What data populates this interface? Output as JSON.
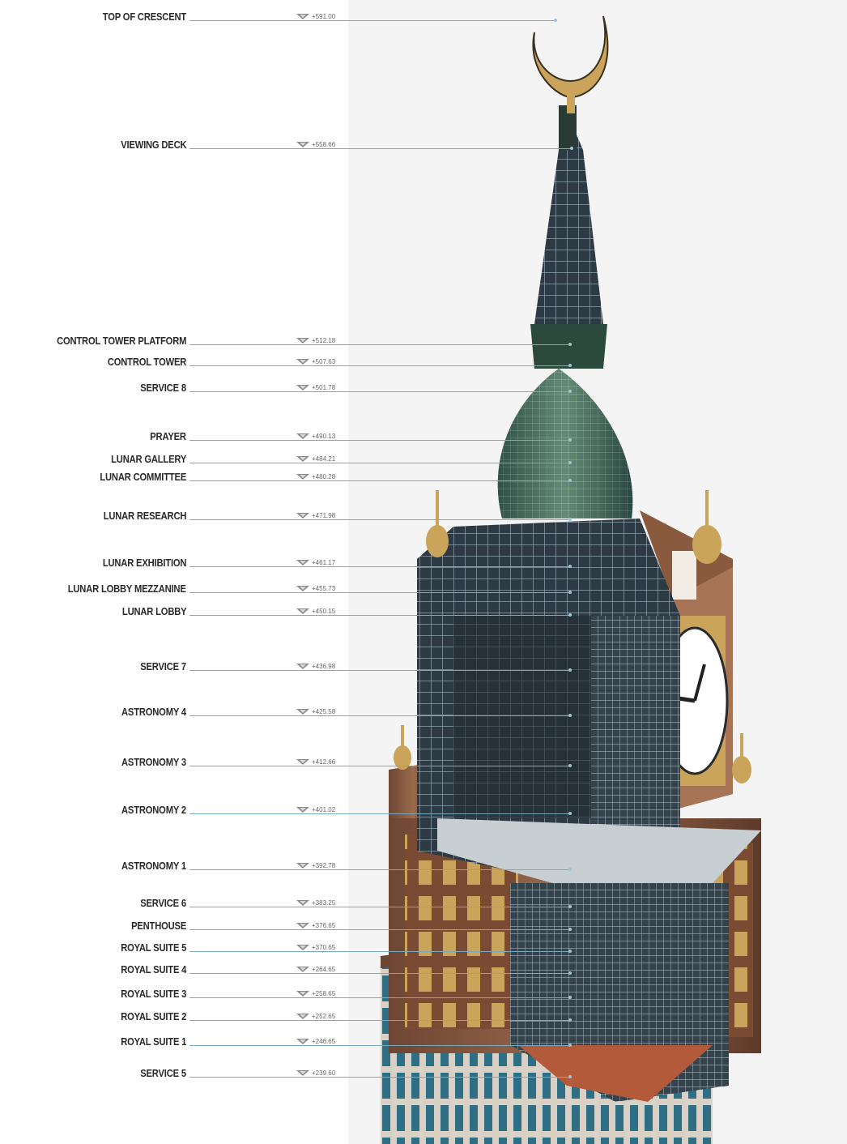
{
  "levels": [
    {
      "name": "TOP OF CRESCENT",
      "elev": "+591.00"
    },
    {
      "name": "VIEWING DECK",
      "elev": "+558.66"
    },
    {
      "name": "CONTROL TOWER PLATFORM",
      "elev": "+512.18"
    },
    {
      "name": "CONTROL TOWER",
      "elev": "+507.63"
    },
    {
      "name": "SERVICE 8",
      "elev": "+501.78"
    },
    {
      "name": "PRAYER",
      "elev": "+490.13"
    },
    {
      "name": "LUNAR GALLERY",
      "elev": "+484.21"
    },
    {
      "name": "LUNAR COMMITTEE",
      "elev": "+480.28"
    },
    {
      "name": "LUNAR RESEARCH",
      "elev": "+471.98"
    },
    {
      "name": "LUNAR EXHIBITION",
      "elev": "+461.17"
    },
    {
      "name": "LUNAR LOBBY MEZZANINE",
      "elev": "+455.73"
    },
    {
      "name": "LUNAR LOBBY",
      "elev": "+450.15"
    },
    {
      "name": "SERVICE 7",
      "elev": "+436.98"
    },
    {
      "name": "ASTRONOMY 4",
      "elev": "+425.58"
    },
    {
      "name": "ASTRONOMY 3",
      "elev": "+412.66"
    },
    {
      "name": "ASTRONOMY 2",
      "elev": "+401.02"
    },
    {
      "name": "ASTRONOMY 1",
      "elev": "+392.78"
    },
    {
      "name": "SERVICE 6",
      "elev": "+383.25"
    },
    {
      "name": "PENTHOUSE",
      "elev": "+376.65"
    },
    {
      "name": "ROYAL SUITE 5",
      "elev": "+370.65"
    },
    {
      "name": "ROYAL SUITE 4",
      "elev": "+264.65"
    },
    {
      "name": "ROYAL SUITE 3",
      "elev": "+258.65"
    },
    {
      "name": "ROYAL SUITE 2",
      "elev": "+252.65"
    },
    {
      "name": "ROYAL SUITE 1",
      "elev": "+246.65"
    },
    {
      "name": "SERVICE 5",
      "elev": "+239.60"
    }
  ],
  "colors": {
    "line": "#7aa9bd",
    "label": "#2a2a2a",
    "steel": "#3c4c57",
    "stone": "#8a5a3f",
    "gold": "#c9a45a",
    "glass": "#3f7a6a"
  }
}
